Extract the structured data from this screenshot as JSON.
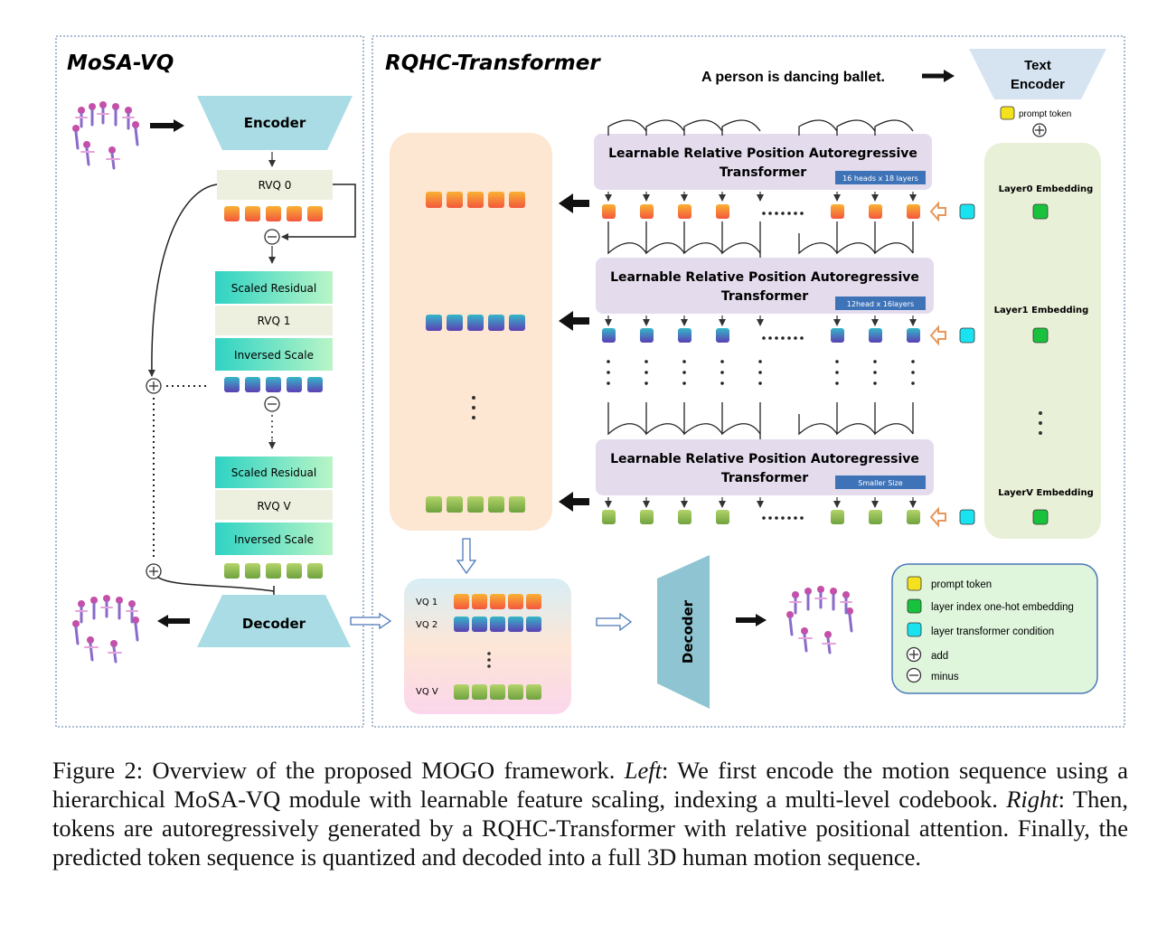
{
  "left_panel": {
    "title": "MoSA-VQ",
    "encoder": "Encoder",
    "rvq0": "RVQ 0",
    "block1": {
      "scaled": "Scaled Residual",
      "rvq": "RVQ 1",
      "inversed": "Inversed Scale"
    },
    "blockV": {
      "scaled": "Scaled Residual",
      "rvq": "RVQ V",
      "inversed": "Inversed Scale"
    },
    "decoder": "Decoder"
  },
  "right_panel": {
    "title": "RQHC-Transformer",
    "prompt_text": "A person is dancing ballet.",
    "text_encoder_line1": "Text",
    "text_encoder_line2": "Encoder",
    "prompt_token": "prompt token",
    "transformers": [
      {
        "line1": "Learnable Relative Position Autoregressive",
        "line2": "Transformer",
        "badge": "16 heads x 18 layers"
      },
      {
        "line1": "Learnable Relative Position Autoregressive",
        "line2": "Transformer",
        "badge": "12head x 16layers"
      },
      {
        "line1": "Learnable Relative Position Autoregressive",
        "line2": "Transformer",
        "badge": "Smaller Size"
      }
    ],
    "embeddings": [
      "Layer0 Embedding",
      "Layer1 Embedding",
      "LayerV Embedding"
    ],
    "vq_labels": [
      "VQ 1",
      "VQ 2",
      "VQ V"
    ],
    "decoder": "Decoder",
    "legend": [
      {
        "color": "#f5e21f",
        "label": "prompt token"
      },
      {
        "color": "#19c23d",
        "label": "layer index one-hot embedding"
      },
      {
        "color": "#19e3f0",
        "label": "layer transformer condition"
      },
      {
        "symbol": "plus",
        "label": "add"
      },
      {
        "symbol": "minus",
        "label": "minus"
      }
    ]
  },
  "caption": {
    "prefix": "Figure 2: Overview of the proposed MOGO framework. ",
    "left_label": "Left",
    "part1": ": We first encode the motion sequence using a hierarchical MoSA-VQ module with learnable feature scaling, indexing a multi-level codebook. ",
    "right_label": "Right",
    "part2": ": Then, tokens are autoregressively generated by a RQHC-Transformer with relative positional attention. Finally, the predicted token sequence is quantized and decoded into a full 3D human motion sequence."
  },
  "colors": {
    "token_orange_top": "#f9b233",
    "token_orange_bottom": "#f3573c",
    "token_blue_top": "#35b7c9",
    "token_blue_bottom": "#5b3fb3",
    "token_green_top": "#b4d46a",
    "token_green_bottom": "#6fa23f",
    "encoder_fill": "#a9dce4",
    "transformer_fill": "#e4dced",
    "badge_fill": "#3f73b8",
    "teal_box": "#3fdcc0",
    "cream_box": "#eef0df",
    "peach_panel": "#fde6d2",
    "embedding_panel": "#e9f0d8"
  }
}
